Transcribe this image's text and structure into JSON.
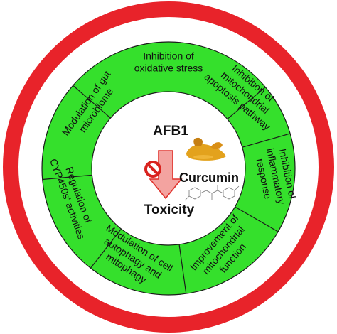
{
  "center": {
    "top_label": "AFB1",
    "bottom_label": "Toxicity",
    "agent_label": "Curcumin"
  },
  "segments": [
    {
      "id": "oxidative",
      "lines": [
        "Inhibition of",
        "oxidative stress"
      ]
    },
    {
      "id": "mito-apoptosis",
      "lines": [
        "Inhibition of",
        "mitochondrial",
        "apoptosis pathway"
      ]
    },
    {
      "id": "inflammatory",
      "lines": [
        "Inhibition of",
        "inflammatory",
        "response"
      ]
    },
    {
      "id": "mito-function",
      "lines": [
        "Improvement of",
        "mitochondrial",
        "function"
      ]
    },
    {
      "id": "autophagy",
      "lines": [
        "Modulation of cell",
        "autophagy and",
        "mitophagy"
      ]
    },
    {
      "id": "cyp450",
      "lines": [
        "Regulation of",
        "CYP450s' activities"
      ]
    },
    {
      "id": "gut-microbiome",
      "lines": [
        "Modulation of gut",
        "microbiome"
      ]
    }
  ],
  "colors": {
    "outer_ring": "#e8232a",
    "segment_fill": "#35e02c",
    "segment_stroke": "#1a1a1a",
    "center_fill": "#ffffff",
    "arrow_fill": "#f3a3a0",
    "arrow_stroke": "#e0322c",
    "prohibit": "#d9231f",
    "turmeric": "#e3a21d"
  },
  "icons": [
    "prohibition-icon",
    "turmeric-icon",
    "curcumin-structure-icon"
  ]
}
